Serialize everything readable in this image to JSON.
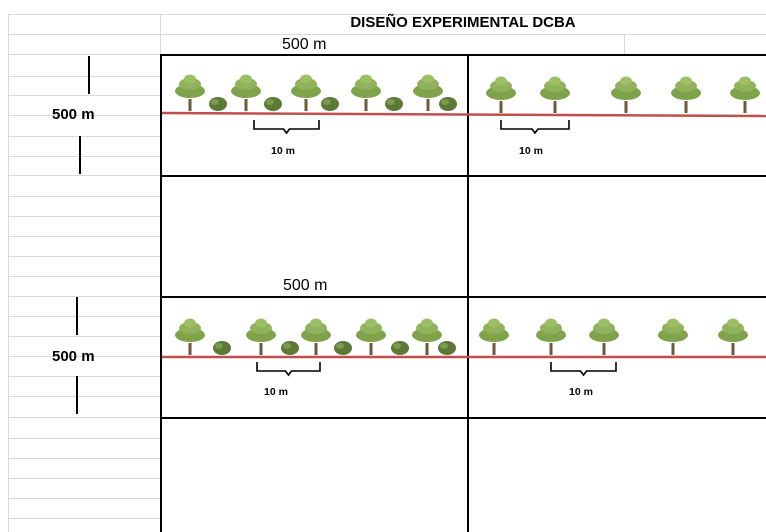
{
  "title": "DISEÑO EXPERIMENTAL DCBA",
  "labels": {
    "top_dim_1": "500 m",
    "top_dim_2": "500 m",
    "side_dim_1": "500 m",
    "side_dim_2": "500 m",
    "spacing": [
      "10 m",
      "10 m",
      "10 m",
      "10 m"
    ]
  },
  "colors": {
    "tree_foliage": "#7ea34a",
    "shrub_foliage": "#5c7a37",
    "row_line": "#c0504d"
  },
  "blocks": [
    {
      "plot_left": "tree-shrub-alternating",
      "plot_right": "trees-only"
    },
    {
      "plot_left": "tree-shrub-alternating",
      "plot_right": "trees-only"
    }
  ]
}
